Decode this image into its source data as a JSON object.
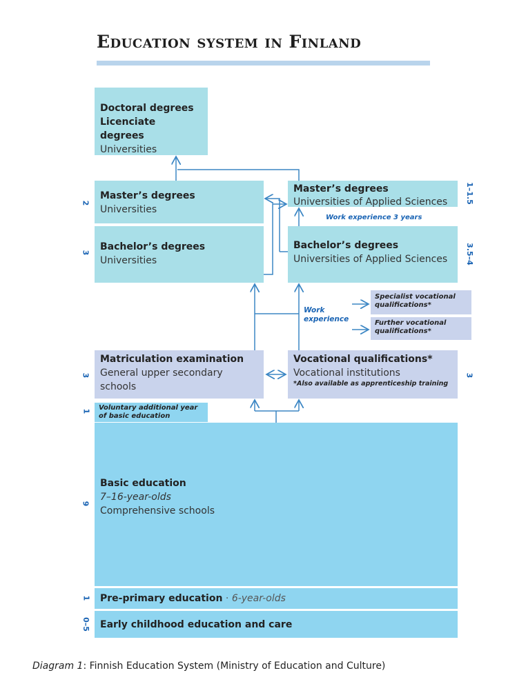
{
  "title": "Education system in Finland",
  "doctoral": {
    "line1": "Doctoral degrees",
    "line2": "Licenciate degrees",
    "line3": "Universities"
  },
  "masters_univ": {
    "title": "Master’s degrees",
    "sub": "Universities",
    "years": "2"
  },
  "bachelors_univ": {
    "title": "Bachelor’s degrees",
    "sub": "Universities",
    "years": "3"
  },
  "masters_uas": {
    "title": "Master’s degrees",
    "sub": "Universities of Applied Sciences",
    "years": "1–1.5"
  },
  "work_exp_3": "Work experience 3 years",
  "bachelors_uas": {
    "title": "Bachelor’s degrees",
    "sub": "Universities of Applied Sciences",
    "years": "3.5–4"
  },
  "work_experience": "Work experience",
  "specialist": "Specialist vocational qualifications*",
  "further": "Further vocational qualifications*",
  "matriculation": {
    "title": "Matriculation examination",
    "sub": "General upper secondary schools",
    "years": "3"
  },
  "vocational": {
    "title": "Vocational qualifications*",
    "sub": "Vocational institutions",
    "note": "*Also available as apprenticeship training",
    "years": "3"
  },
  "voluntary": {
    "text": "Voluntary additional year of basic education",
    "years": "1"
  },
  "basic": {
    "title": "Basic education",
    "ages": "7–16-year-olds",
    "sub": "Comprehensive schools",
    "years": "9"
  },
  "preprimary": {
    "title": "Pre-primary education",
    "sep": " · ",
    "ages": "6-year-olds",
    "years": "1"
  },
  "early": {
    "title": "Early childhood education and care",
    "years": "0–5"
  },
  "caption": {
    "label": "Diagram 1",
    "text": ": Finnish Education System (Ministry of Education and Culture)"
  }
}
